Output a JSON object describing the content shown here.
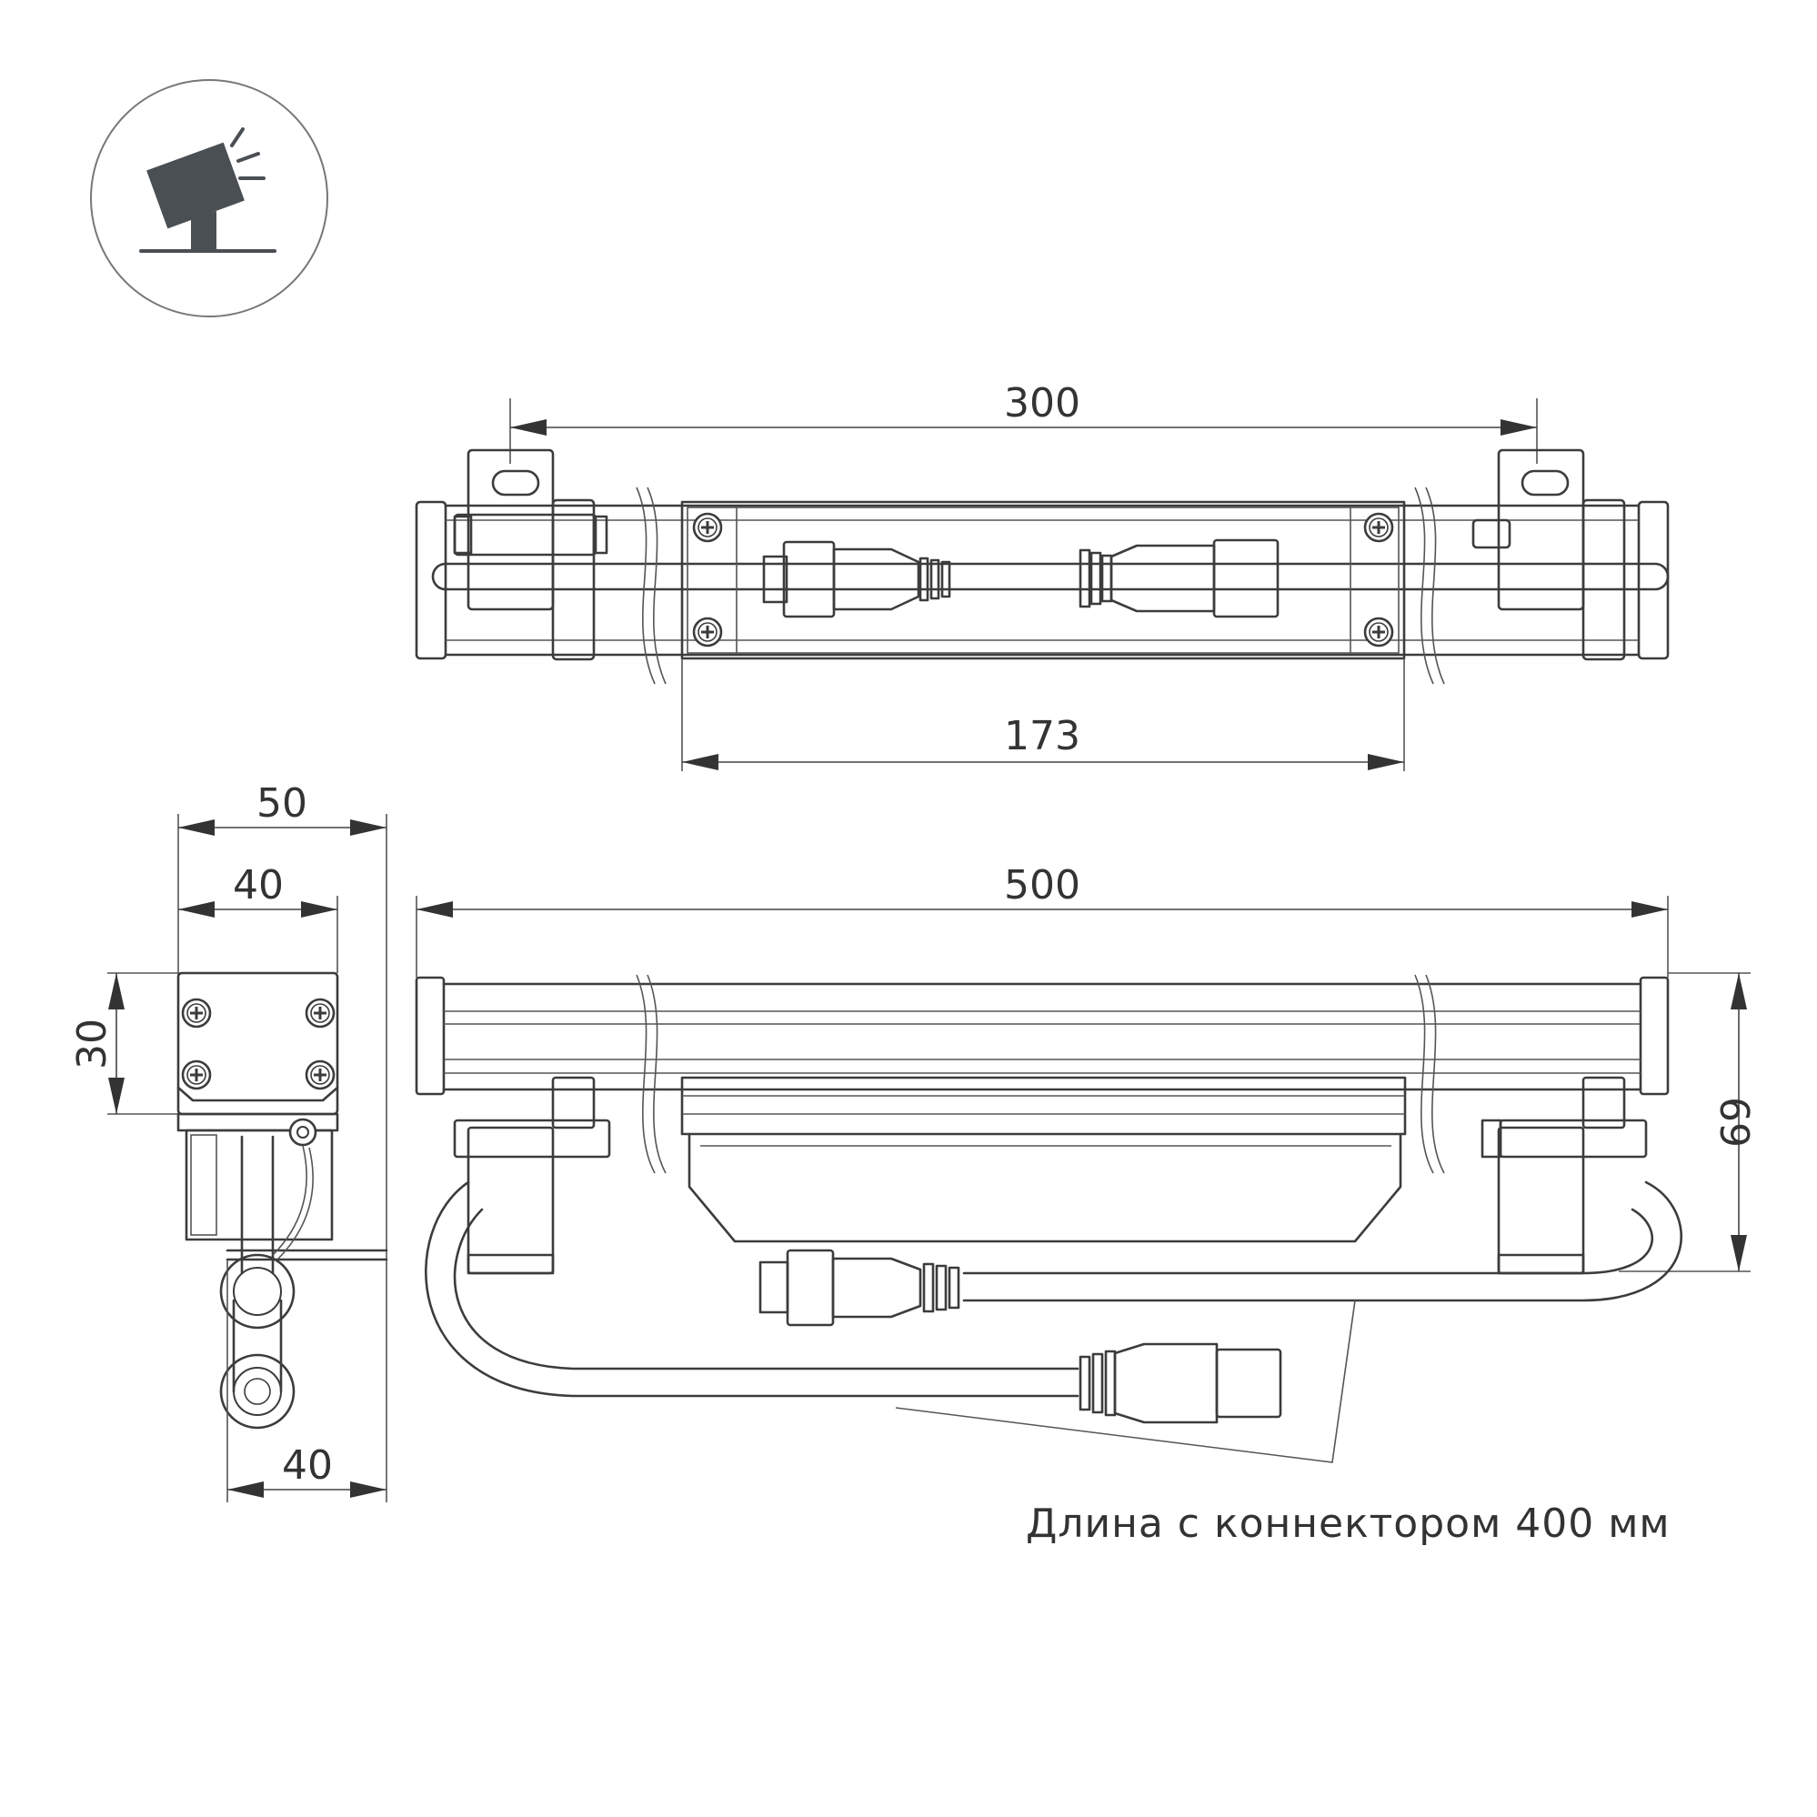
{
  "icon": {
    "name": "spotlight-mount-icon",
    "color": "#4a4f54"
  },
  "dimensions": {
    "top_overall": "300",
    "top_module": "173",
    "side_width": "50",
    "side_body": "40",
    "side_height": "30",
    "side_bracket": "40",
    "front_length": "500",
    "front_height": "69"
  },
  "cable_label": "Длина с коннектором 400 мм"
}
